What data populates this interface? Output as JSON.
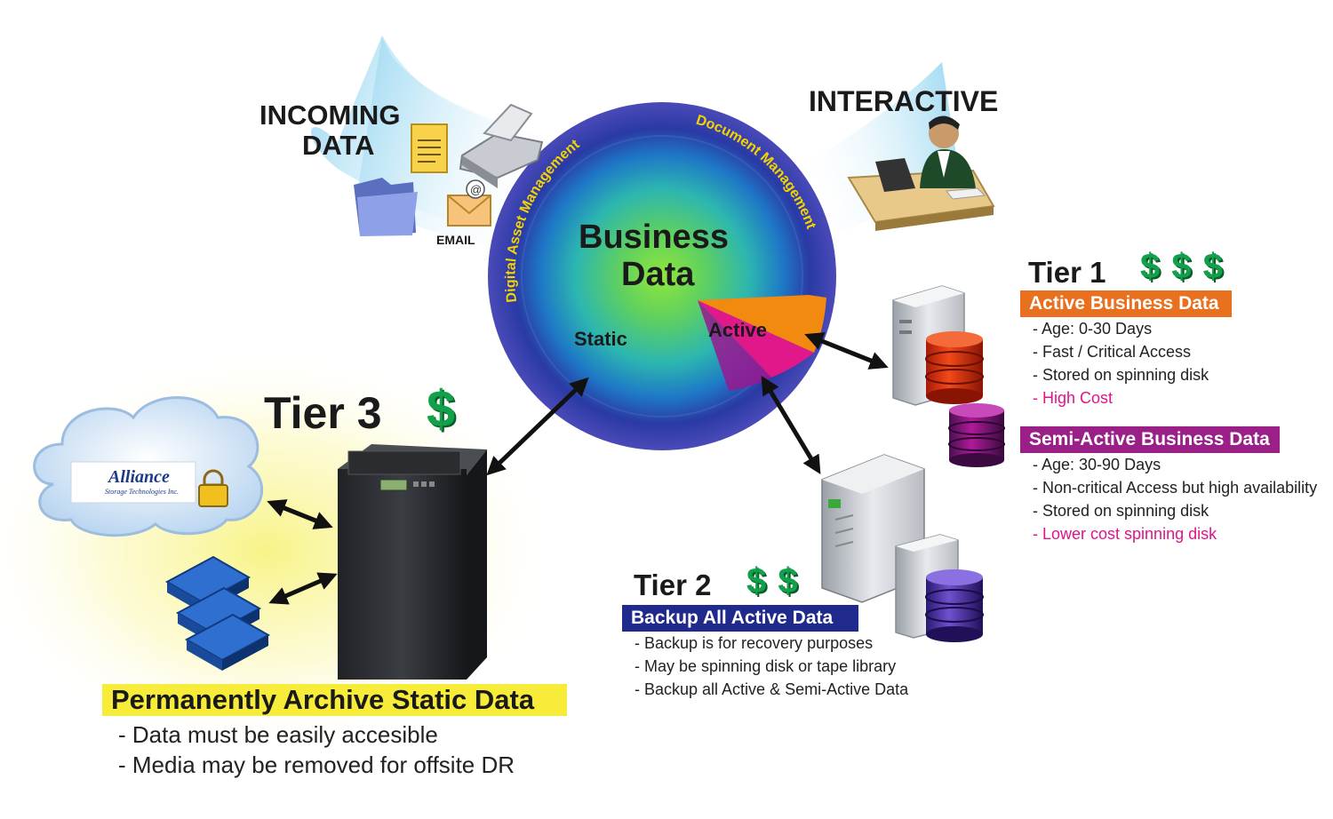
{
  "incoming": {
    "title_line1": "INCOMING",
    "title_line2": "DATA",
    "email_label": "EMAIL"
  },
  "interactive": {
    "title": "INTERACTIVE"
  },
  "center": {
    "title_line1": "Business",
    "title_line2": "Data",
    "arc_left": "Digital Asset Management",
    "arc_right": "Document Management",
    "static_label": "Static",
    "active_label": "Active"
  },
  "tier1": {
    "title": "Tier 1",
    "dollars": "$ $ $",
    "active": {
      "band": "Active Business Data",
      "band_color": "#e8701e",
      "bullets": [
        "- Age: 0-30 Days",
        "- Fast / Critical Access",
        "- Stored on spinning disk"
      ],
      "cost": "- High Cost"
    },
    "semi": {
      "band": "Semi-Active Business Data",
      "band_color": "#9a1f86",
      "bullets": [
        "- Age: 30-90 Days",
        "- Non-critical Access but high availability",
        "- Stored on spinning disk"
      ],
      "cost": "- Lower cost spinning disk"
    }
  },
  "tier2": {
    "title": "Tier 2",
    "dollars": "$ $",
    "band": "Backup All Active Data",
    "band_color": "#1f2a8c",
    "bullets": [
      "- Backup is for recovery purposes",
      "- May be spinning disk or tape library",
      "- Backup all Active & Semi-Active Data"
    ]
  },
  "tier3": {
    "title": "Tier 3",
    "dollars": "$",
    "band": "Permanently Archive Static Data",
    "band_color": "#f8ec3a",
    "bullets": [
      "- Data must be easily accesible",
      "-  Media may be removed for offsite DR"
    ]
  },
  "cloud": {
    "logo_text": "Alliance",
    "logo_subtext": "Storage Technologies Inc."
  },
  "colors": {
    "dollar_green": "#12a04a",
    "cost_pink": "#e0148a"
  }
}
